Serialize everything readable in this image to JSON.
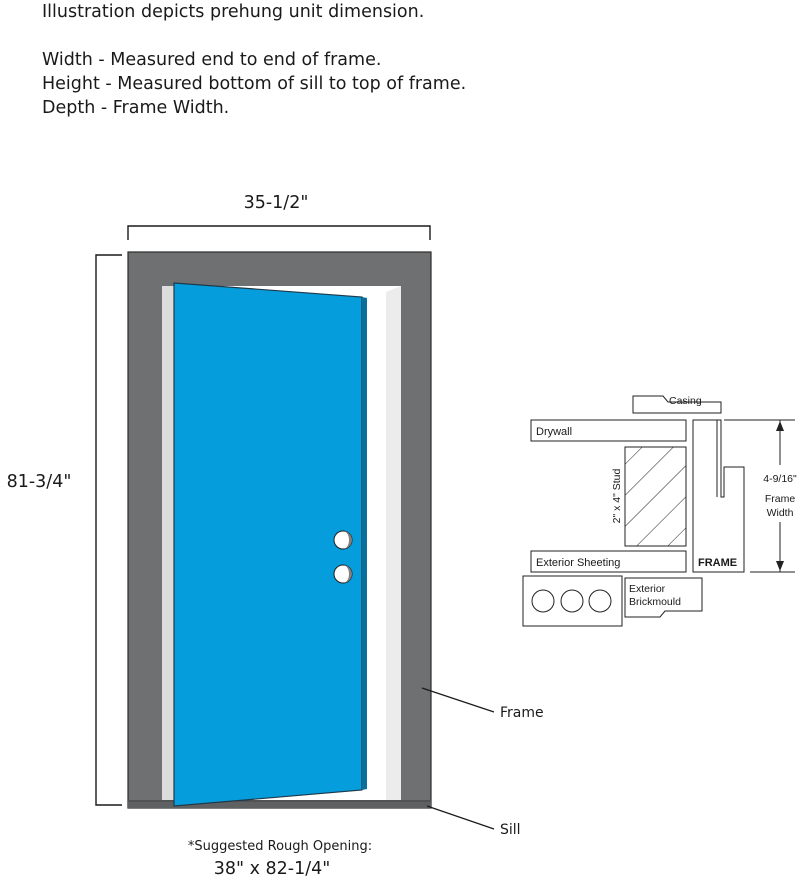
{
  "intro": {
    "line1": "Illustration depicts prehung unit dimension.",
    "line2": "Width - Measured end to end of frame.",
    "line3": "Height - Measured bottom of sill to top of frame.",
    "line4": "Depth - Frame Width."
  },
  "door": {
    "width_label": "35-1/2\"",
    "height_label": "81-3/4\"",
    "frame_label": "Frame",
    "sill_label": "Sill",
    "rough_opening_caption": "*Suggested Rough Opening:",
    "rough_opening_value": "38\" x 82-1/4\""
  },
  "section": {
    "casing": "Casing",
    "drywall": "Drywall",
    "stud": "2\" x 4\" Stud",
    "exterior_sheeting": "Exterior Sheeting",
    "frame": "FRAME",
    "brickmould_line1": "Exterior",
    "brickmould_line2": "Brickmould",
    "depth_value": "4-9/16\"",
    "depth_line1": "Frame",
    "depth_line2": "Width"
  },
  "colors": {
    "door_blue": "#069ddd",
    "frame_gray": "#6f7072",
    "jamb_white": "#ffffff",
    "knob_gray": "#808080"
  }
}
